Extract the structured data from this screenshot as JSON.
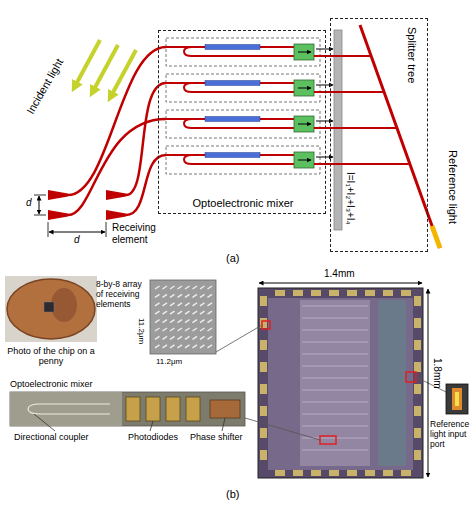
{
  "diagram": {
    "nodes": [
      {
        "text": [
          "Optoelectronic mixer"
        ]
      },
      {
        "text": [
          "Splitter tree"
        ]
      },
      {
        "text": [
          "Photo of the chip on a penny"
        ]
      },
      {
        "text": [
          "8-by-8 array of receiving elements"
        ]
      },
      {
        "text": [
          "Optoelectronic mixer"
        ]
      },
      {
        "text": [
          "Reference light input port"
        ]
      }
    ],
    "labels": [
      "Incident light",
      "d",
      "d",
      "Receiving element",
      "Reference light",
      "I=I₁+I₂+I₃+I₄",
      "(a)",
      "11.2μm",
      "11.2μm",
      "1.4mm",
      "1.8mm",
      "Directional coupler",
      "Photodiodes",
      "Phase shifter",
      "(b)"
    ]
  }
}
